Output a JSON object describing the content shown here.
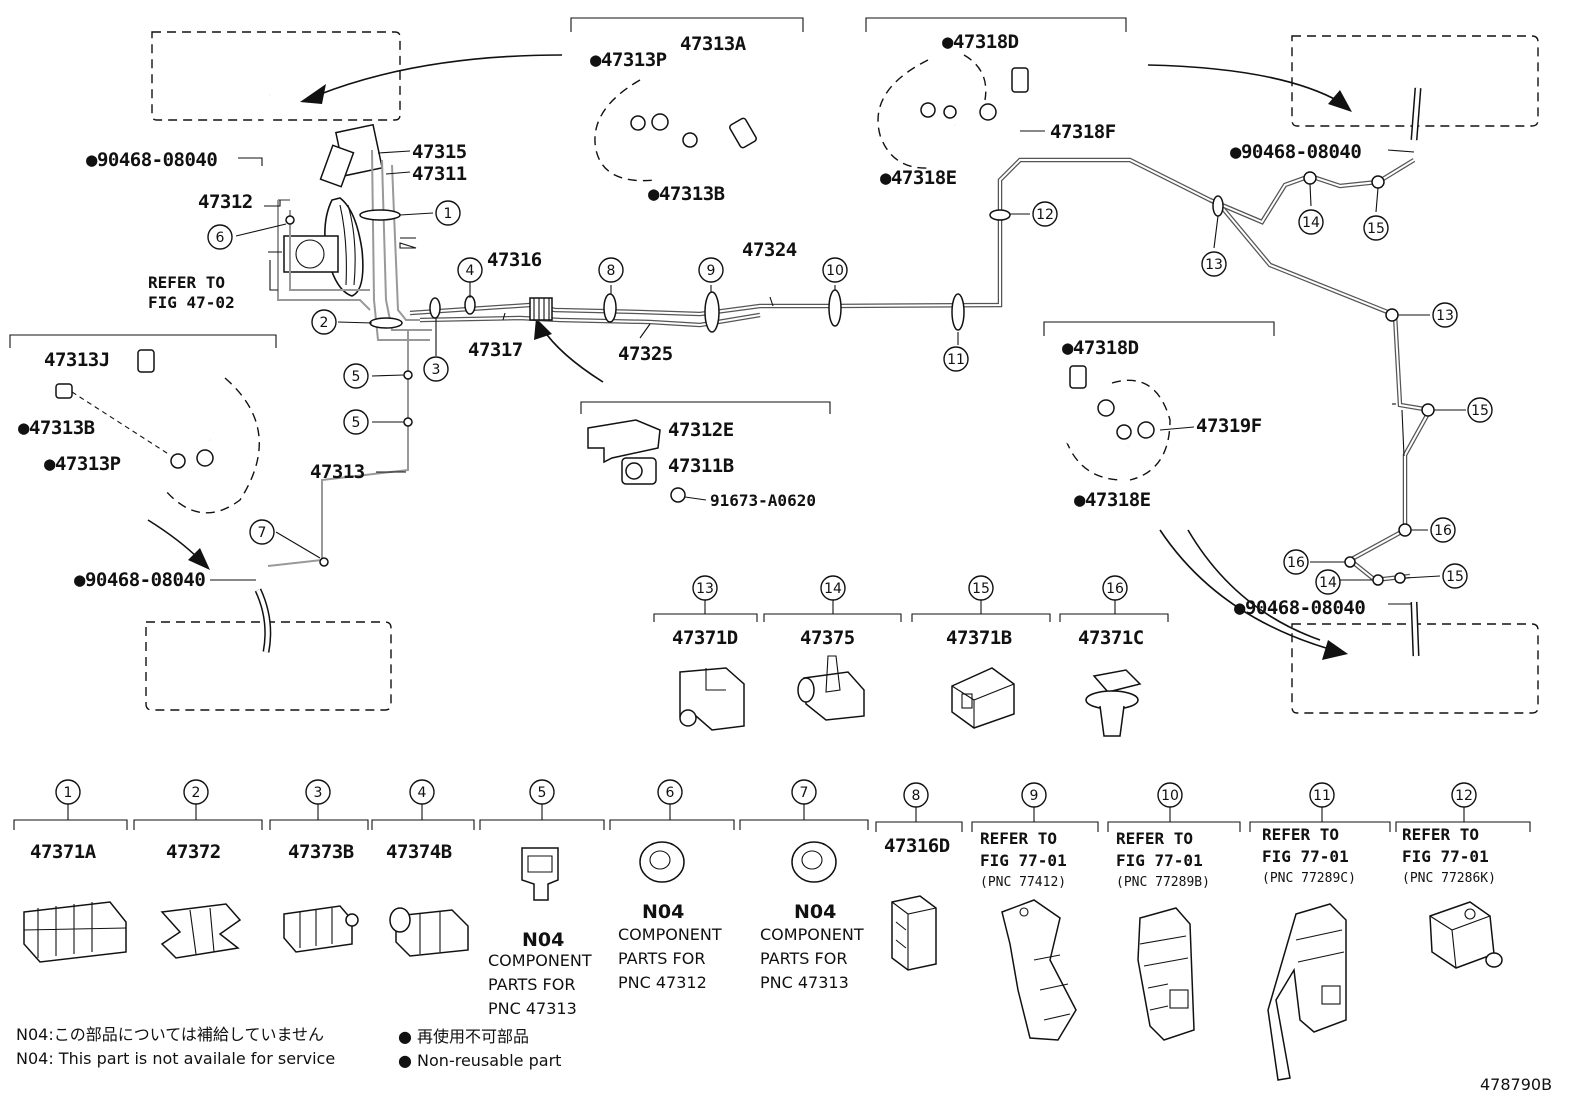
{
  "labels": {
    "p47313A": "47313A",
    "p47313P_top": "●47313P",
    "p47313B_top": "●47313B",
    "p47318D_top": "●47318D",
    "p47318F": "47318F",
    "p47318E_top": "●47318E",
    "p90468_tl": "●90468-08040",
    "p90468_tr": "●90468-08040",
    "p90468_bl": "●90468-08040",
    "p90468_br": "●90468-08040",
    "p47315": "47315",
    "p47311": "47311",
    "p47312": "47312",
    "refer_fig_47_02_a": "REFER TO",
    "refer_fig_47_02_b": "FIG 47-02",
    "p47316": "47316",
    "p47324": "47324",
    "p47317": "47317",
    "p47325": "47325",
    "p47313J": "47313J",
    "p47313B_left": "●47313B",
    "p47313P_left": "●47313P",
    "p47313": "47313",
    "p47312E": "47312E",
    "p47311B": "47311B",
    "p91673": "91673-A0620",
    "p47318D_mid": "●47318D",
    "p47319F": "47319F",
    "p47318E_mid": "●47318E",
    "diagram_id": "478790B"
  },
  "callout_numbers": {
    "c1": "1",
    "c2": "2",
    "c3": "3",
    "c4": "4",
    "c5a": "5",
    "c5b": "5",
    "c6": "6",
    "c7": "7",
    "c8": "8",
    "c9": "9",
    "c10": "10",
    "c11": "11",
    "c12": "12",
    "c13a": "13",
    "c13b": "13",
    "c14a": "14",
    "c14b": "14",
    "c15a": "15",
    "c15b": "15",
    "c15c": "15",
    "c16a": "16",
    "c16b": "16"
  },
  "mid_legend": [
    {
      "num": "13",
      "part": "47371D"
    },
    {
      "num": "14",
      "part": "47375"
    },
    {
      "num": "15",
      "part": "47371B"
    },
    {
      "num": "16",
      "part": "47371C"
    }
  ],
  "bottom_legend": [
    {
      "num": "1",
      "part": "47371A"
    },
    {
      "num": "2",
      "part": "47372"
    },
    {
      "num": "3",
      "part": "47373B"
    },
    {
      "num": "4",
      "part": "47374B"
    },
    {
      "num": "5",
      "n04": "N04",
      "comp": [
        "COMPONENT",
        "PARTS FOR",
        "PNC 47313"
      ]
    },
    {
      "num": "6",
      "n04": "N04",
      "comp": [
        "COMPONENT",
        "PARTS FOR",
        "PNC 47312"
      ]
    },
    {
      "num": "7",
      "n04": "N04",
      "comp": [
        "COMPONENT",
        "PARTS FOR",
        "PNC 47313"
      ]
    },
    {
      "num": "8",
      "part": "47316D"
    },
    {
      "num": "9",
      "refer": [
        "REFER TO",
        "FIG 77-01"
      ],
      "pnc": "(PNC 77412)"
    },
    {
      "num": "10",
      "refer": [
        "REFER TO",
        "FIG 77-01"
      ],
      "pnc": "(PNC 77289B)"
    },
    {
      "num": "11",
      "refer": [
        "REFER TO",
        "FIG 77-01"
      ],
      "pnc": "(PNC 77289C)"
    },
    {
      "num": "12",
      "refer": [
        "REFER TO",
        "FIG 77-01"
      ],
      "pnc": "(PNC 77286K)"
    }
  ],
  "notes": {
    "n04_jp": "N04:この部品については補給していません",
    "n04_en": "N04: This part is not availale for service",
    "nonreuse_jp": "● 再使用不可部品",
    "nonreuse_en": "● Non-reusable part"
  }
}
